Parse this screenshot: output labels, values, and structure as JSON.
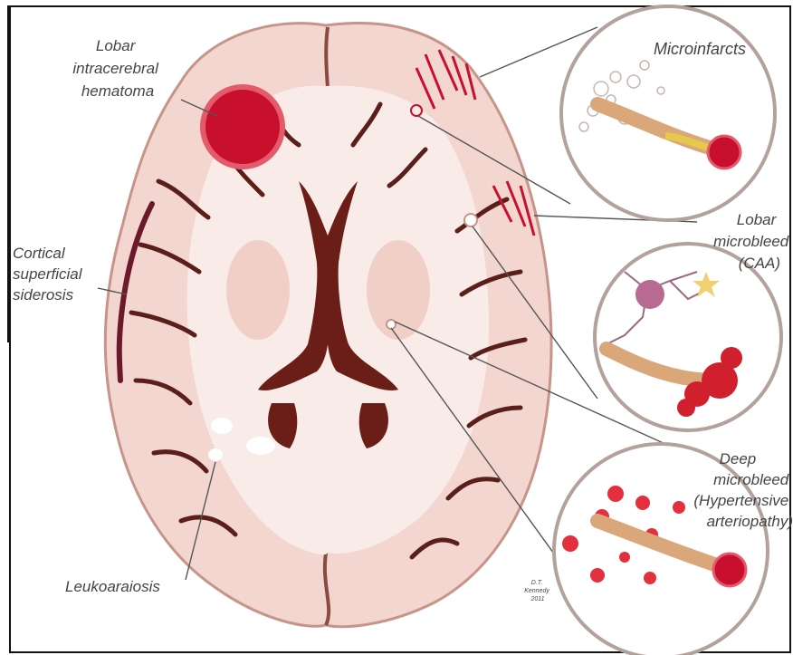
{
  "labels": {
    "lobar_hematoma": [
      "Lobar",
      "intracerebral",
      "hematoma"
    ],
    "microinfarcts": [
      "Microinfarcts"
    ],
    "lobar_microbleed": [
      "Lobar",
      "microbleed",
      "(CAA)"
    ],
    "cortical_siderosis": [
      "Cortical",
      "superficial",
      "siderosis"
    ],
    "deep_microbleed": [
      "Deep",
      "microbleed",
      "(Hypertensive",
      "arteriopathy)"
    ],
    "leukoaraiosis": [
      "Leukoaraiosis"
    ],
    "credit": [
      "D.T.",
      "Kennedy",
      "2011"
    ]
  },
  "colors": {
    "brain_tissue": "#f3d6cf",
    "white_matter": "#f9ece8",
    "sulci": "#5a1f1a",
    "ventricle": "#6b1d17",
    "hemorrhage": "#c8102e",
    "siderosis": "#6a1a2a",
    "callout_ring": "#b3a29c",
    "leader_line": "#555555"
  },
  "icons": [
    "brain-axial-section",
    "vessel-icon",
    "microbleed-dot-icon"
  ]
}
